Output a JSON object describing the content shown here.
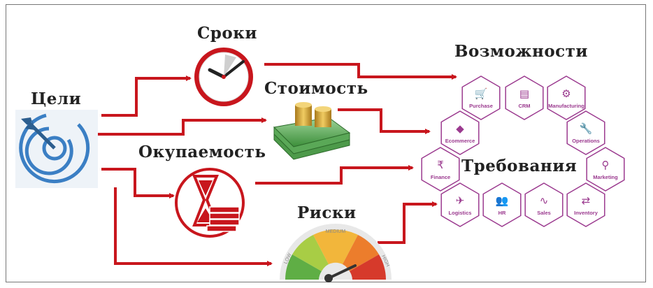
{
  "titles": {
    "goals": "Цели",
    "deadlines": "Сроки",
    "cost": "Стоимость",
    "payback": "Окупаемость",
    "risks": "Риски",
    "opportunities": "Возможности",
    "requirements": "Требования"
  },
  "gauge": {
    "low": "LOW",
    "medium": "MEDIUM",
    "high": "HIGH"
  },
  "modules": [
    {
      "label": "Purchase",
      "icon": "cart-icon"
    },
    {
      "label": "CRM",
      "icon": "monitor-icon"
    },
    {
      "label": "Manufacturing",
      "icon": "gear-icon"
    },
    {
      "label": "Ecommerce",
      "icon": "tag-icon"
    },
    {
      "label": "Operations",
      "icon": "wrench-icon"
    },
    {
      "label": "Finance",
      "icon": "rupee-icon"
    },
    {
      "label": "Marketing",
      "icon": "magnifier-icon"
    },
    {
      "label": "Logistics",
      "icon": "plane-icon"
    },
    {
      "label": "HR",
      "icon": "people-icon"
    },
    {
      "label": "Sales",
      "icon": "trend-icon"
    },
    {
      "label": "Inventory",
      "icon": "swap-arrows-icon"
    }
  ],
  "colors": {
    "arrow": "#c8161d",
    "hex": "#9b3a8f",
    "target": "#3b7fc4"
  }
}
